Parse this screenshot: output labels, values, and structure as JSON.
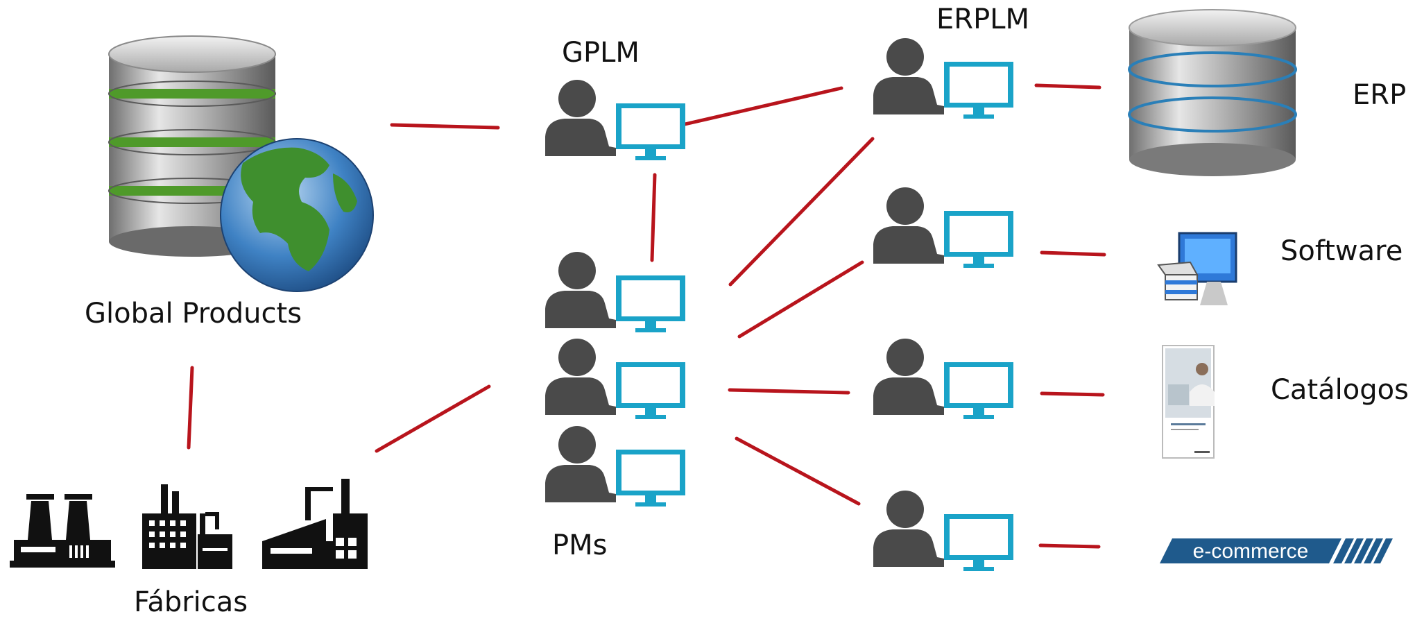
{
  "labels": {
    "global_products": "Global Products",
    "fabricas": "Fábricas",
    "gplm": "GPLM",
    "pms": "PMs",
    "erplm": "ERPLM",
    "erp": "ERP",
    "software": "Software",
    "catalogos": "Catálogos",
    "ecommerce": "e-commerce"
  },
  "colors": {
    "connector": "#b8141c",
    "person": "#4a4a4a",
    "monitor": "#1aa3c8",
    "globe_ocean": "#2f75b5",
    "globe_land": "#3f8f2e",
    "db_band": "#4f9a2a",
    "erp_band": "#2a7fb8",
    "ecommerce_bg": "#1f5a8c"
  },
  "icons": [
    "database-globe-icon",
    "factory-icon",
    "person-computer-icon",
    "erp-database-icon",
    "software-box-icon",
    "catalog-icon",
    "ecommerce-logo-icon"
  ]
}
